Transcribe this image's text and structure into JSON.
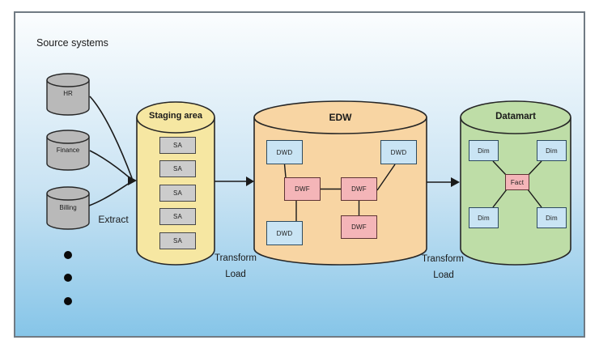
{
  "labels": {
    "source_systems": "Source systems",
    "extract": "Extract",
    "transform_load_1": {
      "line1": "Transform",
      "line2": "Load"
    },
    "transform_load_2": {
      "line1": "Transform",
      "line2": "Load"
    }
  },
  "source_cylinders": [
    "HR",
    "Finance",
    "Billing"
  ],
  "staging_area": {
    "title": "Staging area",
    "boxes": [
      "SA",
      "SA",
      "SA",
      "SA",
      "SA"
    ]
  },
  "edw": {
    "title": "EDW",
    "dwd": [
      "DWD",
      "DWD",
      "DWD"
    ],
    "dwf": [
      "DWF",
      "DWF",
      "DWF"
    ]
  },
  "datamart": {
    "title": "Datamart",
    "dims": [
      "Dim",
      "Dim",
      "Dim",
      "Dim"
    ],
    "fact": "Fact"
  },
  "colors": {
    "background_top": "#fbfdfe",
    "background_mid": "#c9e3f3",
    "background_bottom": "#86c5e8",
    "border": "#707a83",
    "stroke": "#262626",
    "source_cyl_fill": "#b9b9b9",
    "staging_fill": "#f6e7a2",
    "edw_fill": "#f8d5a3",
    "datamart_fill": "#bedda7",
    "blue_box_fill": "#c9e4f4",
    "pink_box_fill": "#f4b5b8",
    "gray_box_fill": "#cccccc"
  }
}
